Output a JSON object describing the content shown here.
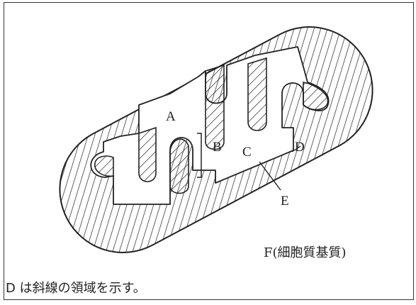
{
  "labels": {
    "a": "A",
    "b": "B",
    "c": "C",
    "d": "D",
    "e": "E",
    "f": "F(細胞質基質)"
  },
  "caption": "D は斜線の領域を示す。",
  "colors": {
    "stroke": "#222222",
    "fill": "#ffffff",
    "border": "#333333"
  }
}
